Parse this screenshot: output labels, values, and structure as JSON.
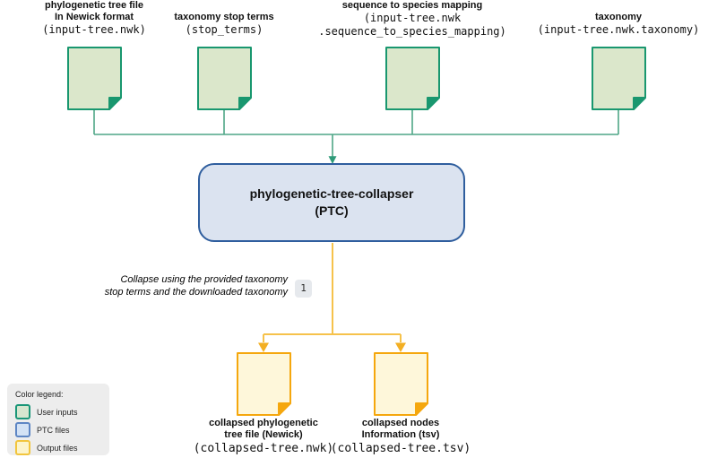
{
  "colors": {
    "user_input_border": "#19976F",
    "user_input_fill": "#DBE7CB",
    "green_connector": "#4FA687",
    "ptc_border": "#2F5E9E",
    "ptc_fill": "#DBE3F0",
    "output_border": "#F5A70D",
    "output_fill": "#FEF7DA",
    "yellow_connector": "#F6C24B",
    "badge_background": "#E6E9ED",
    "legend_background": "#EDEDED"
  },
  "inputs": [
    {
      "title_lines": [
        "phylogenetic tree file",
        "In Newick format"
      ],
      "code_lines": [
        "(input-tree.nwk)"
      ]
    },
    {
      "title_lines": [
        "taxonomy stop terms"
      ],
      "code_lines": [
        "(stop_terms)"
      ]
    },
    {
      "title_lines": [
        "sequence to species mapping"
      ],
      "code_lines": [
        "(input-tree.nwk",
        ".sequence_to_species_mapping)"
      ]
    },
    {
      "title_lines": [
        "taxonomy"
      ],
      "code_lines": [
        "(input-tree.nwk.taxonomy)"
      ]
    }
  ],
  "process": {
    "name_line": "phylogenetic-tree-collapser",
    "abbr_line": "(PTC)"
  },
  "step_annotation": {
    "line1": "Collapse using the provided taxonomy",
    "line2": "stop terms and the downloaded taxonomy",
    "badge": "1"
  },
  "outputs": [
    {
      "title_lines": [
        "collapsed phylogenetic",
        "tree file (Newick)"
      ],
      "code_lines": [
        "(collapsed-tree.nwk)"
      ]
    },
    {
      "title_lines": [
        "collapsed nodes",
        "Information (tsv)"
      ],
      "code_lines": [
        "(collapsed-tree.tsv)"
      ]
    }
  ],
  "legend": {
    "title": "Color legend:",
    "items": [
      {
        "label": "User inputs"
      },
      {
        "label": "PTC files"
      },
      {
        "label": "Output files"
      }
    ]
  }
}
